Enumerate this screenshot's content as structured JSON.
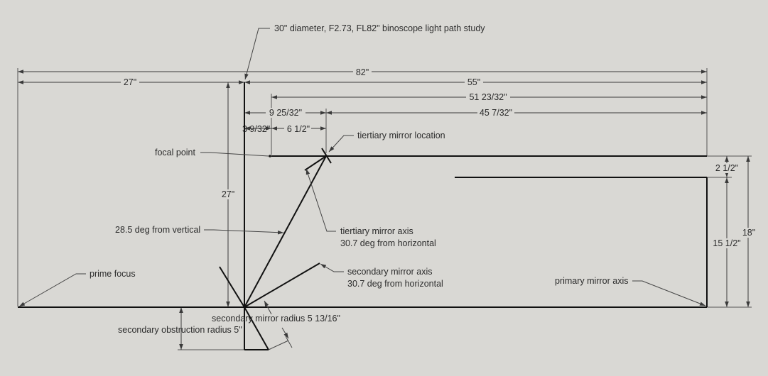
{
  "title": "30\" diameter, F2.73, FL82\" binoscope light path study",
  "colors": {
    "background": "#d9d8d4",
    "line": "#111111",
    "dimension": "#3a3a3a"
  },
  "dimensions": {
    "total_length": "82\"",
    "left_length": "27\"",
    "right_length": "55\"",
    "focal_to_primary": "51 23/32\"",
    "axis_to_tertiary": "9 25/32\"",
    "tertiary_to_primary": "45 7/32\"",
    "axis_to_focal": "3 9/32\"",
    "focal_to_tertiary": "6 1/2\"",
    "height_27": "27\"",
    "offset_2_1_2": "2 1/2\"",
    "height_15_1_2": "15 1/2\"",
    "height_18": "18\""
  },
  "labels": {
    "focal_point": "focal point",
    "tertiary_location": "tiertiary mirror location",
    "angle_from_vertical": "28.5 deg from vertical",
    "tertiary_axis_1": "tiertiary mirror axis",
    "tertiary_axis_2": "30.7 deg from horizontal",
    "prime_focus": "prime focus",
    "secondary_axis_1": "secondary mirror axis",
    "secondary_axis_2": "30.7 deg from horizontal",
    "primary_axis": "primary mirror axis",
    "secondary_radius": "secondary mirror radius 5 13/16\"",
    "obstruction_radius": "secondary obstruction radius 5\""
  }
}
